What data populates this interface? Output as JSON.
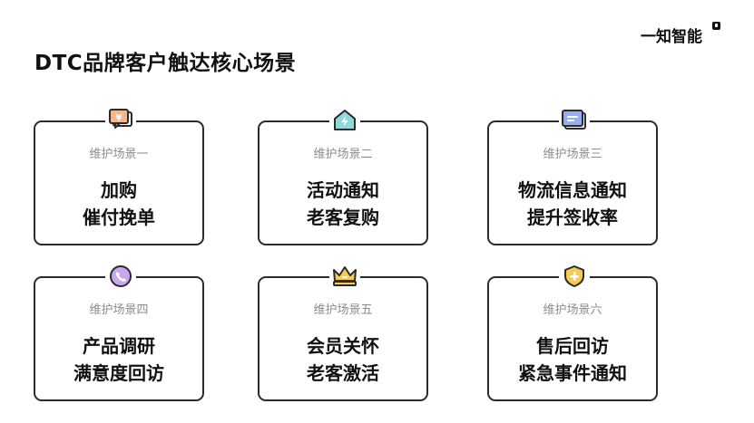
{
  "title": "DTC品牌客户触达核心场景",
  "logo": "一知智能",
  "cards": [
    {
      "label": "维护场景一",
      "line1": "加购",
      "line2": "催付挽单",
      "icon": "yen-chat-icon",
      "color": "#F7B58F"
    },
    {
      "label": "维护场景二",
      "line1": "活动通知",
      "line2": "老客复购",
      "icon": "lightning-house-icon",
      "color": "#8ED9DE"
    },
    {
      "label": "维护场景三",
      "line1": "物流信息通知",
      "line2": "提升签收率",
      "icon": "message-card-icon",
      "color": "#94AEF0"
    },
    {
      "label": "维护场景四",
      "line1": "产品调研",
      "line2": "满意度回访",
      "icon": "phone-call-icon",
      "color": "#C7A8F0"
    },
    {
      "label": "维护场景五",
      "line1": "会员关怀",
      "line2": "老客激活",
      "icon": "crown-icon",
      "color": "#F6CB4F"
    },
    {
      "label": "维护场景六",
      "line1": "售后回访",
      "line2": "紧急事件通知",
      "icon": "shield-plus-icon",
      "color": "#F6CB4F"
    }
  ]
}
